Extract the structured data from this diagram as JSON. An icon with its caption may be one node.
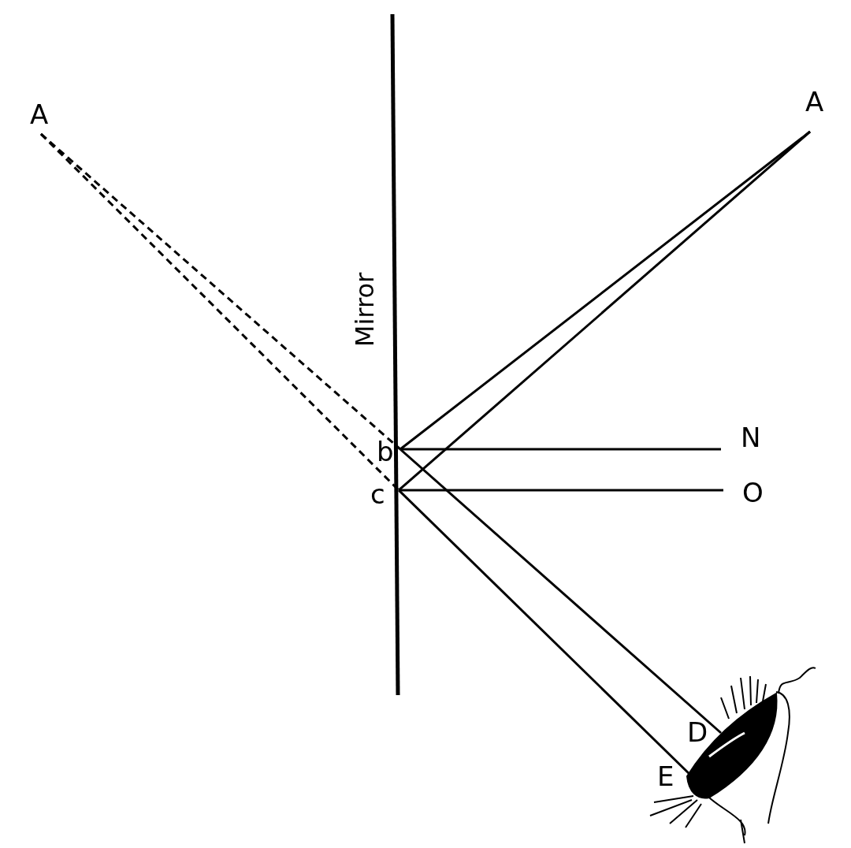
{
  "diagram": {
    "nodes": [
      {
        "text": [
          "A"
        ]
      },
      {
        "text": [
          "A"
        ]
      },
      {
        "text": [
          "Mirror"
        ]
      },
      {
        "text": [
          "b"
        ]
      },
      {
        "text": [
          "c"
        ]
      },
      {
        "text": [
          "N"
        ]
      },
      {
        "text": [
          "O"
        ]
      },
      {
        "text": [
          "D"
        ]
      },
      {
        "text": [
          "E"
        ]
      }
    ],
    "edges": [
      {
        "from": 1,
        "to": 3,
        "arrow": "none"
      },
      {
        "from": 1,
        "to": 4,
        "arrow": "none"
      },
      {
        "from": 3,
        "to": 5,
        "arrow": "none"
      },
      {
        "from": 4,
        "to": 6,
        "arrow": "none"
      },
      {
        "from": 3,
        "to": 7,
        "arrow": "none"
      },
      {
        "from": 4,
        "to": 8,
        "arrow": "none"
      },
      {
        "from": 0,
        "to": 3,
        "arrow": "none",
        "style": "dashed"
      },
      {
        "from": 0,
        "to": 4,
        "arrow": "none",
        "style": "dashed"
      }
    ]
  }
}
